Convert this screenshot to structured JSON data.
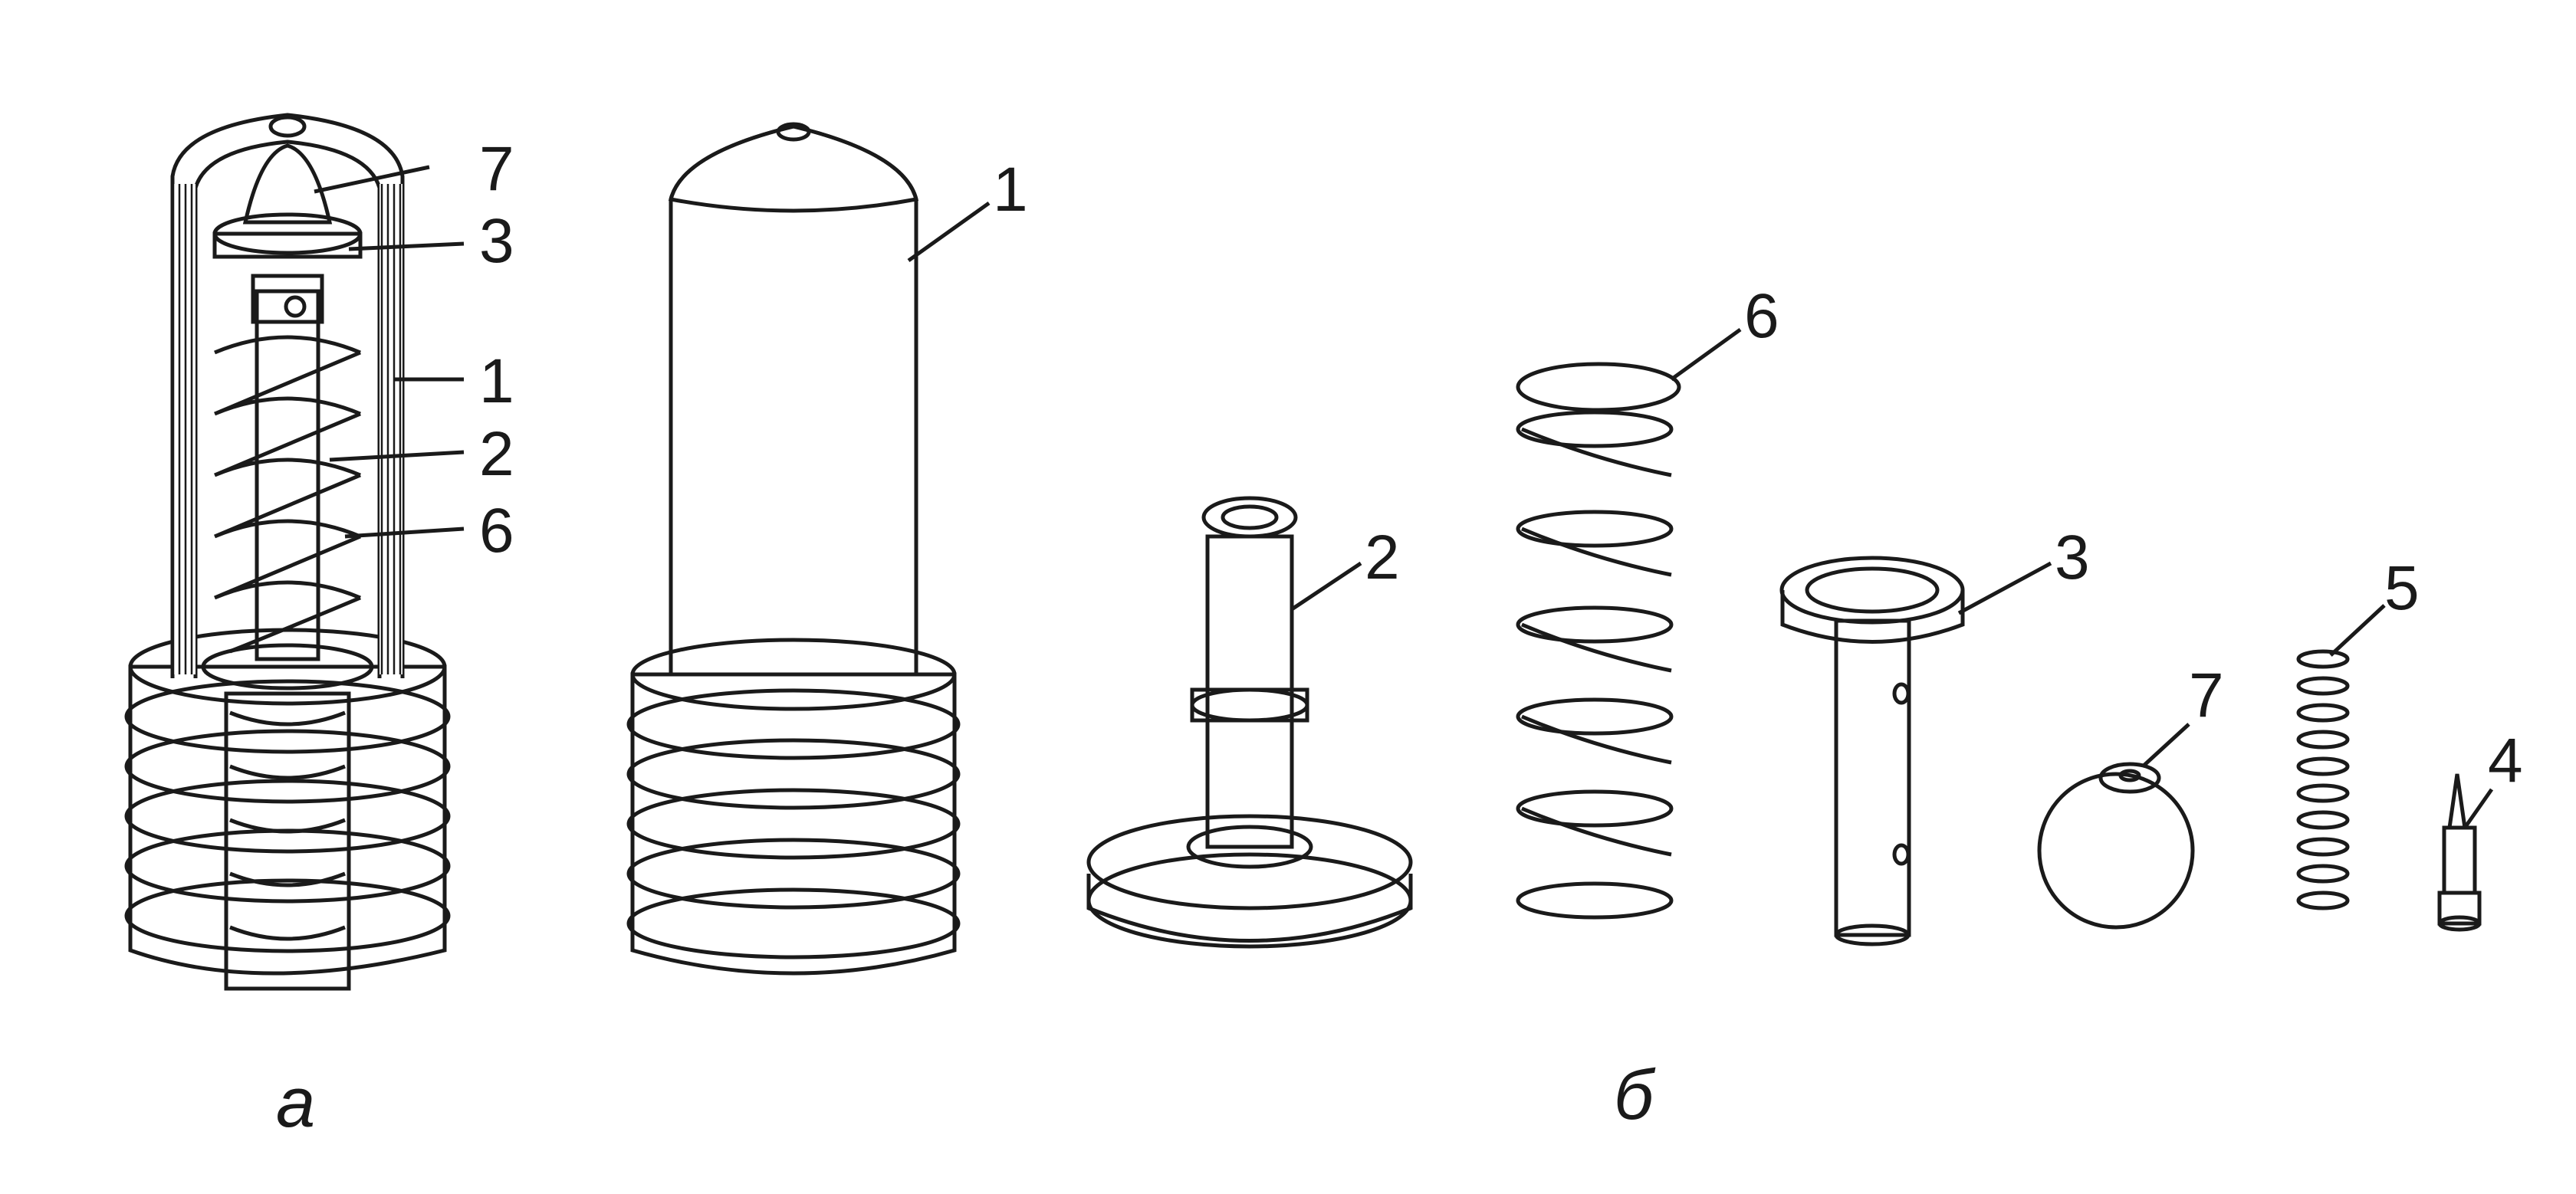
{
  "callouts": {
    "a_7": "7",
    "a_3": "3",
    "a_1": "1",
    "a_2": "2",
    "a_6": "6",
    "housing_1": "1",
    "b_6": "6",
    "b_2": "2",
    "b_3": "3",
    "b_5": "5",
    "b_7": "7",
    "b_4": "4"
  },
  "captions": {
    "a": "а",
    "b": "б"
  }
}
